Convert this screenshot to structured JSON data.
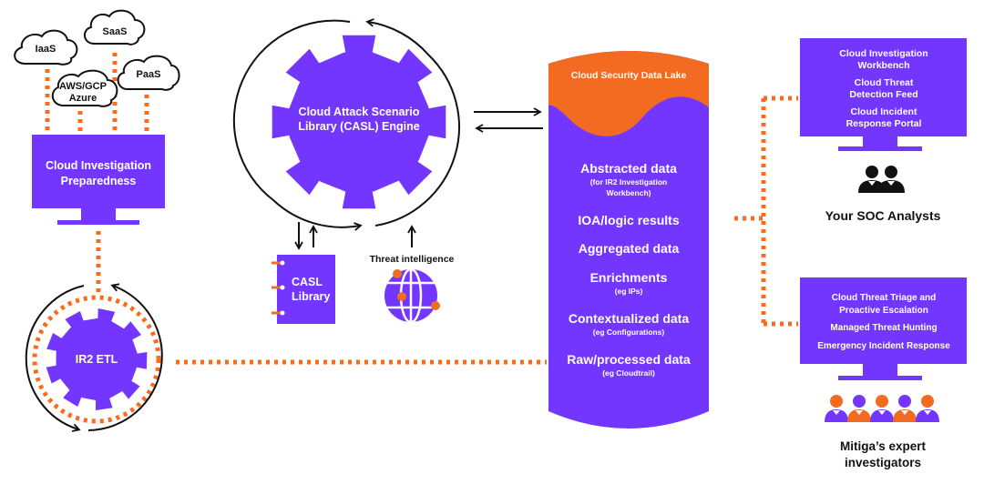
{
  "colors": {
    "purple": "#7336ff",
    "orange": "#f26b21",
    "dotted_orange": "#ff6a1a",
    "black": "#111111",
    "white": "#ffffff"
  },
  "clouds": {
    "iaas": "IaaS",
    "saas": "SaaS",
    "aws_gcp_line1": "AWS/GCP",
    "aws_gcp_line2": "Azure",
    "paas": "PaaS"
  },
  "preparedness": {
    "line1": "Cloud Investigation",
    "line2": "Preparedness"
  },
  "etl": {
    "label": "IR2 ETL"
  },
  "casl_engine": {
    "line1": "Cloud Attack Scenario",
    "line2": "Library (CASL) Engine"
  },
  "casl_library": {
    "line1": "CASL",
    "line2": "Library"
  },
  "threat_intel": {
    "label": "Threat intelligence"
  },
  "data_lake": {
    "title": "Cloud Security Data Lake",
    "layers": [
      {
        "title": "Abstracted data",
        "sub1": "(for IR2 Investigation",
        "sub2": "Workbench)"
      },
      {
        "title": "IOA/logic results"
      },
      {
        "title": "Aggregated data"
      },
      {
        "title": "Enrichments",
        "sub1": "(eg IPs)"
      },
      {
        "title": "Contextualized data",
        "sub1": "(eg Configurations)"
      },
      {
        "title": "Raw/processed data",
        "sub1": "(eg Cloudtrail)"
      }
    ]
  },
  "soc_monitor": {
    "items": [
      {
        "line1": "Cloud Investigation",
        "line2": "Workbench"
      },
      {
        "line1": "Cloud Threat",
        "line2": "Detection Feed"
      },
      {
        "line1": "Cloud Incident",
        "line2": "Response Portal"
      }
    ],
    "caption": "Your SOC Analysts"
  },
  "mitiga_monitor": {
    "items": [
      {
        "line1": "Cloud Threat Triage and",
        "line2": "Proactive Escalation"
      },
      {
        "line1": "Managed Threat Hunting"
      },
      {
        "line1": "Emergency Incident Response"
      }
    ],
    "caption_line1": "Mitiga’s expert",
    "caption_line2": "investigators"
  }
}
